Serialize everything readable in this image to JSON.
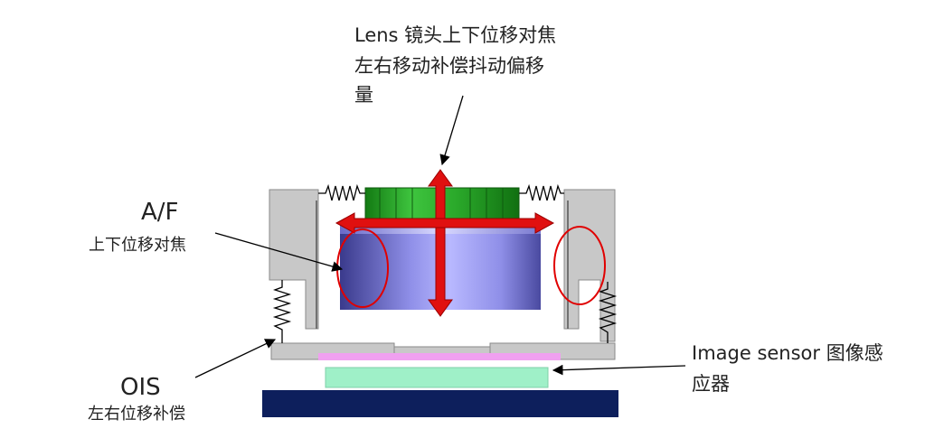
{
  "labels": {
    "lens_top_line1": "Lens 镜头上下位移对焦",
    "lens_top_line2": "左右移动补偿抖动偏移",
    "lens_top_line3": "量",
    "af_title": "A/F",
    "af_desc": "上下位移对焦",
    "ois_title": "OIS",
    "ois_desc": "左右位移补偿",
    "sensor_line1": "Image sensor 图像感",
    "sensor_line2": "应器"
  },
  "colors": {
    "housing": "#c8c8c8",
    "housing_edge": "#8a8a8a",
    "lens_barrel": "#8f8fe8",
    "lens_top": "#1f9a1f",
    "motion_arrow": "#e01010",
    "highlight_ellipse": "#e00000",
    "pink_film": "#f0a0f0",
    "sensor": "#9ff0c8",
    "substrate": "#0d1f5c",
    "pointer": "#000000"
  },
  "icons": {
    "spring": "zigzag-spring",
    "arrow": "straight-pointer-arrow"
  }
}
